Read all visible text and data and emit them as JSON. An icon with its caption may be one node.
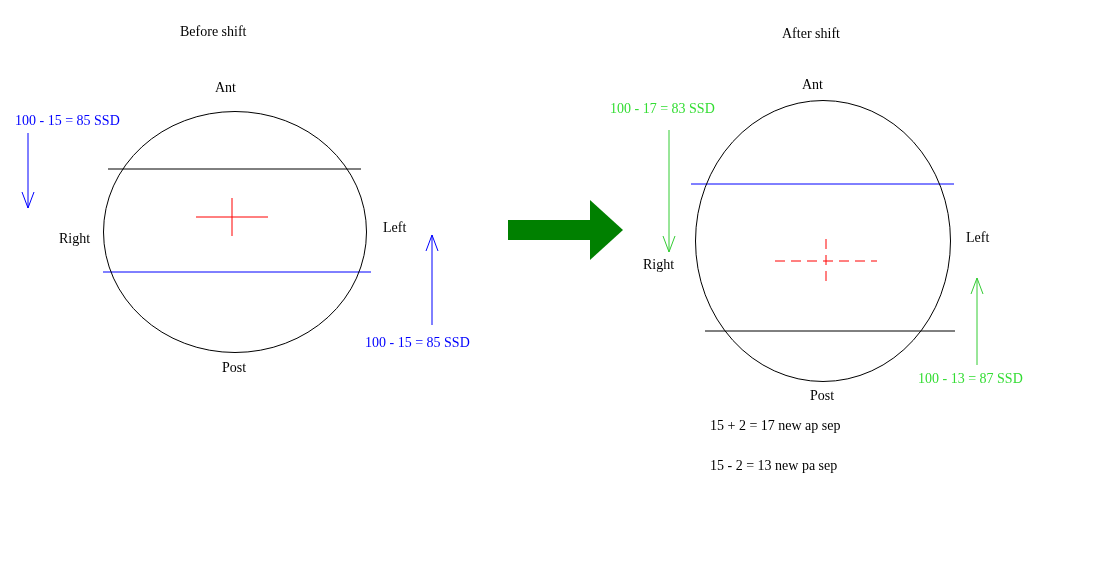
{
  "diagram": {
    "nodes": [
      {
        "text": [],
        "shape": "circle",
        "beside": [
          "Ant",
          "Right",
          "Left",
          "Post"
        ]
      },
      {
        "text": [],
        "shape": "circle",
        "beside": [
          "Ant",
          "Left",
          "Right",
          "Post"
        ]
      }
    ],
    "labels": [
      "Before shift",
      "After shift",
      "100 - 15 = 85 SSD",
      "100 - 17 = 83 SSD",
      "100 - 15 = 85 SSD",
      "100 - 13 = 87 SSD",
      "15 + 2 = 17 new ap sep",
      "15 - 2 = 13 new pa sep"
    ]
  }
}
